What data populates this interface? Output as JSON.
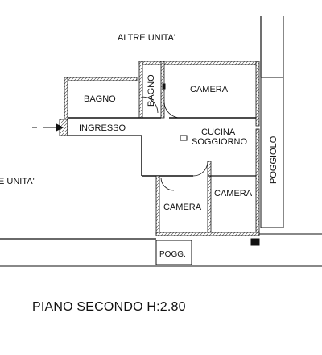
{
  "plan": {
    "labels": {
      "altre_unita_top": "ALTRE UNITA'",
      "altre_unita_left": "E UNITA'",
      "bagno_large": "BAGNO",
      "bagno_small": "BAGNO",
      "camera_top": "CAMERA",
      "ingresso": "INGRESSO",
      "cucina": "CUCINA",
      "soggiorno": "SOGGIORNO",
      "poggiolo": "POGGIOLO",
      "camera_bottom_left": "CAMERA",
      "camera_bottom_right": "CAMERA",
      "pogg": "POGG."
    },
    "caption": "PIANO SECONDO H:2.80"
  }
}
